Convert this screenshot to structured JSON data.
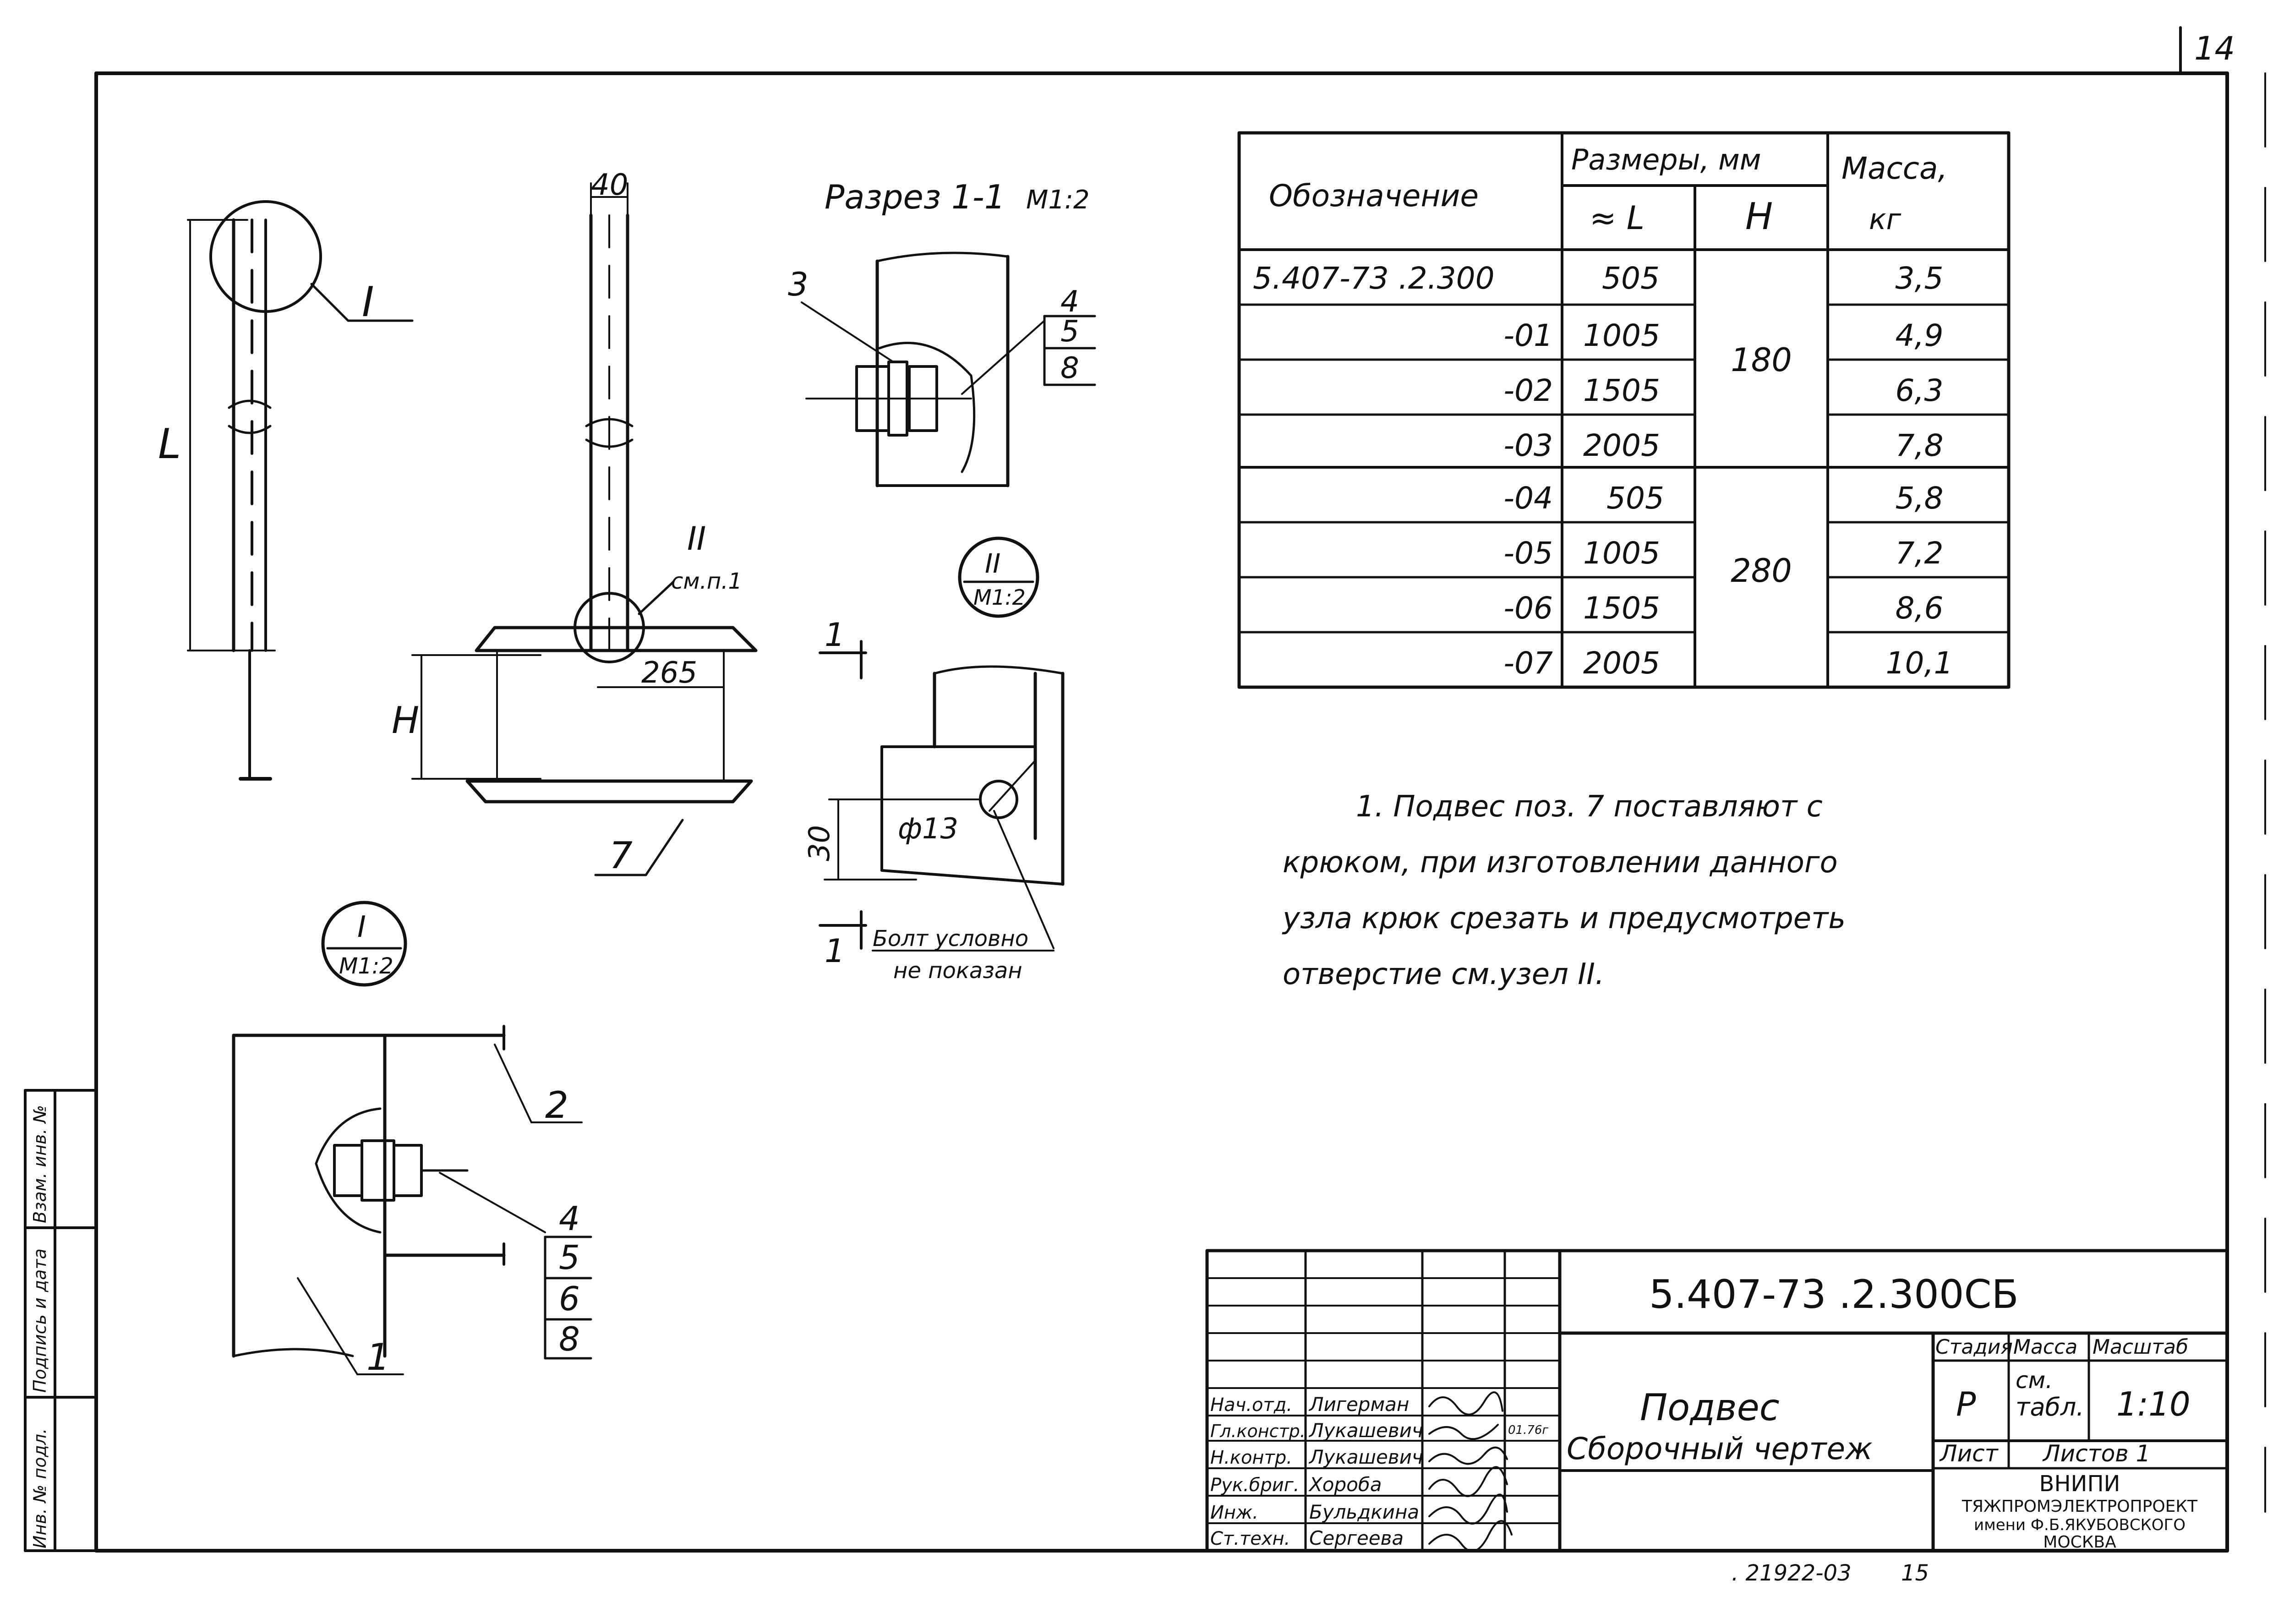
{
  "sheet_number_top": "14",
  "bottom_number": ". 21922-03",
  "bottom_sheet": "15",
  "drawing": {
    "section_title": "Разрез 1-1",
    "section_scale": "M1:2",
    "dim_40": "40",
    "dim_265": "265",
    "dim_30": "30",
    "dim_hole": "ф13",
    "label_L": "L",
    "label_H": "H",
    "callout_I": "I",
    "callout_II": "II",
    "callout_II_note": "см.п.1",
    "node_I": "I",
    "node_I_scale": "M1:2",
    "node_II": "II",
    "node_II_scale": "M1:2",
    "section_marker": "1",
    "bolt_note_1": "Болт условно",
    "bolt_note_2": "не показан",
    "pos": {
      "p1": "1",
      "p2": "2",
      "p3": "3",
      "p4a": "4",
      "p5a": "5",
      "p8a": "8",
      "p4b": "4",
      "p5b": "5",
      "p6b": "6",
      "p8b": "8",
      "p7": "7"
    }
  },
  "table": {
    "h_designation": "Обозначение",
    "h_sizes": "Размеры, мм",
    "h_L": "≈ L",
    "h_H": "H",
    "h_mass": "Масса,",
    "h_mass_unit": "кг",
    "rows": [
      {
        "designation": "5.407-73 .2.300",
        "L": "505",
        "mass": "3,5"
      },
      {
        "designation": "-01",
        "L": "1005",
        "mass": "4,9"
      },
      {
        "designation": "-02",
        "L": "1505",
        "mass": "6,3"
      },
      {
        "designation": "-03",
        "L": "2005",
        "mass": "7,8"
      },
      {
        "designation": "-04",
        "L": "505",
        "mass": "5,8"
      },
      {
        "designation": "-05",
        "L": "1005",
        "mass": "7,2"
      },
      {
        "designation": "-06",
        "L": "1505",
        "mass": "8,6"
      },
      {
        "designation": "-07",
        "L": "2005",
        "mass": "10,1"
      }
    ],
    "H_group1": "180",
    "H_group2": "280"
  },
  "notes": {
    "line1": "1. Подвес поз. 7  поставляют с",
    "line2": "крюком, при изготовлении данного",
    "line3": "узла крюк срезать и предусмотреть",
    "line4": "отверстие  см.узел II."
  },
  "title_block": {
    "code": "5.407-73 .2.300СБ",
    "name": "Подвес",
    "subname": "Сборочный чертеж",
    "h_stage": "Стадия",
    "h_mass": "Масса",
    "h_scale": "Масштаб",
    "stage": "Р",
    "mass_1": "см.",
    "mass_2": "табл.",
    "scale": "1:10",
    "sheet_label": "Лист",
    "sheets_label": "Листов 1",
    "org_1": "ВНИПИ",
    "org_2": "ТЯЖПРОМЭЛЕКТРОПРОЕКТ",
    "org_3": "имени Ф.Б.ЯКУБОВСКОГО",
    "org_4": "МОСКВА",
    "date": "01.76г",
    "staff": [
      {
        "role": "Нач.отд.",
        "name": "Лигерман"
      },
      {
        "role": "Гл.констр.",
        "name": "Лукашевич"
      },
      {
        "role": "Н.контр.",
        "name": "Лукашевич"
      },
      {
        "role": "Рук.бриг.",
        "name": "Хороба"
      },
      {
        "role": "Инж.",
        "name": "Бульдкина"
      },
      {
        "role": "Ст.техн.",
        "name": "Сергеева"
      }
    ]
  },
  "side_stamp": {
    "field_1": "Инв. № подл.",
    "field_2": "Подпись и дата",
    "field_3": "Взам. инв. №"
  }
}
